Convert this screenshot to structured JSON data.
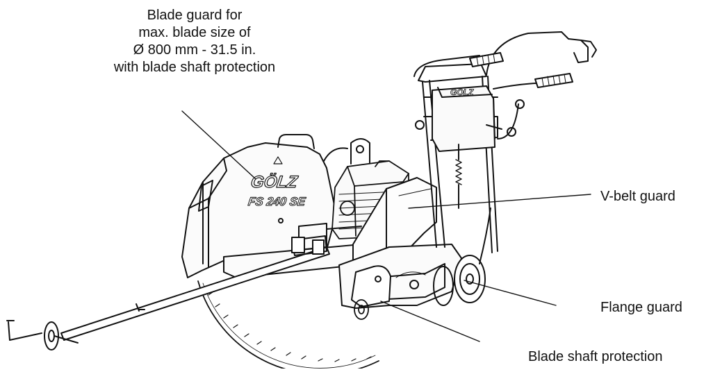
{
  "labels": {
    "blade_guard": [
      "Blade guard for",
      "max. blade size of",
      "Ø 800 mm - 31.5 in.",
      "with blade shaft protection"
    ],
    "v_belt_guard": "V-belt guard",
    "flange_guard": "Flange guard",
    "blade_shaft_protection": "Blade shaft protection"
  },
  "machine": {
    "brand": "GÖLZ",
    "model": "FS 240 SE"
  }
}
